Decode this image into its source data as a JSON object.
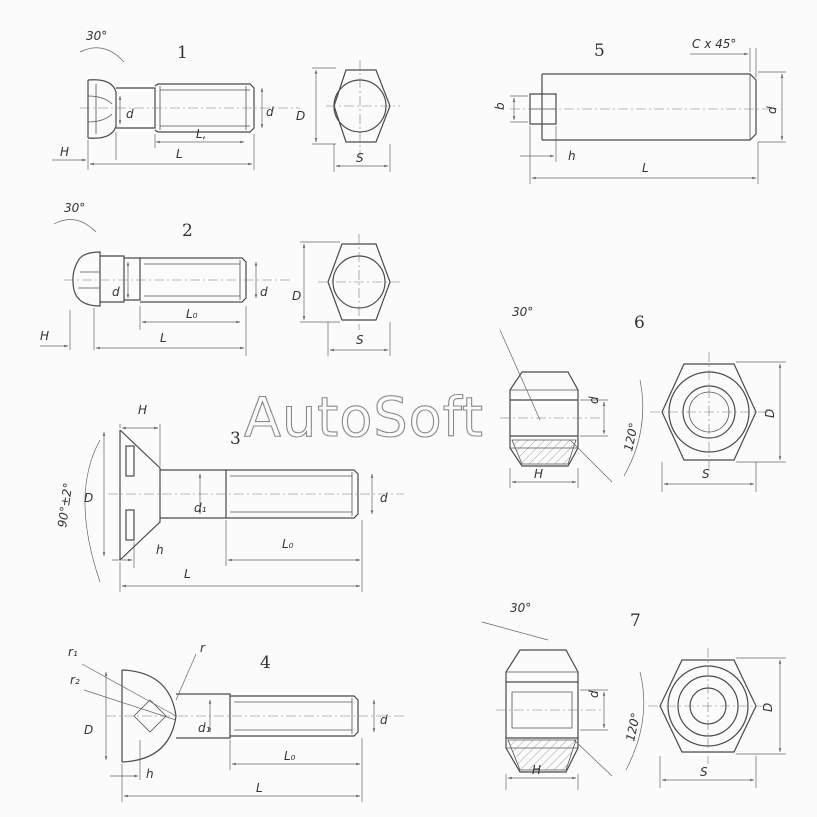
{
  "watermark": "AutoSoft",
  "figures": [
    {
      "number": "1",
      "labels": {
        "angle": "30°",
        "d1": "d",
        "d2": "d",
        "D": "D",
        "L1": "L,",
        "L": "L",
        "H": "H",
        "S": "S"
      }
    },
    {
      "number": "2",
      "labels": {
        "angle": "30°",
        "d1": "d",
        "d2": "d",
        "D": "D",
        "L0": "L₀",
        "L": "L",
        "H": "H",
        "S": "S"
      }
    },
    {
      "number": "3",
      "labels": {
        "H": "H",
        "angle": "90°±2°",
        "D": "D",
        "d1": "d₁",
        "d": "d",
        "h": "h",
        "L0": "L₀",
        "L": "L"
      }
    },
    {
      "number": "4",
      "labels": {
        "r1": "r₁",
        "r": "r",
        "r2": "r₂",
        "D": "D",
        "d1": "d₁",
        "d": "d",
        "h": "h",
        "L0": "L₀",
        "L": "L"
      }
    },
    {
      "number": "5",
      "labels": {
        "chamfer": "C x 45°",
        "b": "b",
        "d": "d",
        "h": "h",
        "L": "L"
      }
    },
    {
      "number": "6",
      "labels": {
        "angle": "30°",
        "d": "d",
        "angle120": "120°",
        "H": "H",
        "S": "S",
        "D": "D"
      }
    },
    {
      "number": "7",
      "labels": {
        "angle": "30°",
        "d": "d",
        "angle120": "120°",
        "H": "H",
        "S": "S",
        "D": "D"
      }
    }
  ]
}
